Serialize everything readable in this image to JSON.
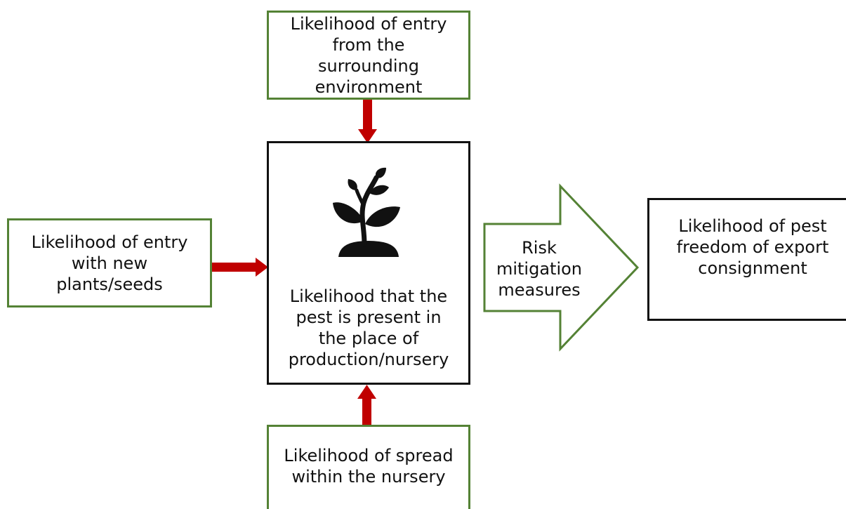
{
  "diagram": {
    "top_box": {
      "text": "Likelihood of entry\nfrom the\nsurrounding\nenvironment"
    },
    "left_box": {
      "text": "Likelihood of entry\nwith new\nplants/seeds"
    },
    "center_box": {
      "text": "Likelihood that the\npest is present in\nthe place of\nproduction/nursery",
      "icon": "plant-icon"
    },
    "bottom_box": {
      "text": "Likelihood of spread\nwithin the nursery"
    },
    "arrow_label": "Risk\nmitigation\nmeasures",
    "result_box": {
      "text": "Likelihood of pest\nfreedom of export\nconsignment"
    }
  },
  "colors": {
    "green_border": "#548235",
    "red_arrow": "#c00000",
    "black_border": "#111111"
  }
}
